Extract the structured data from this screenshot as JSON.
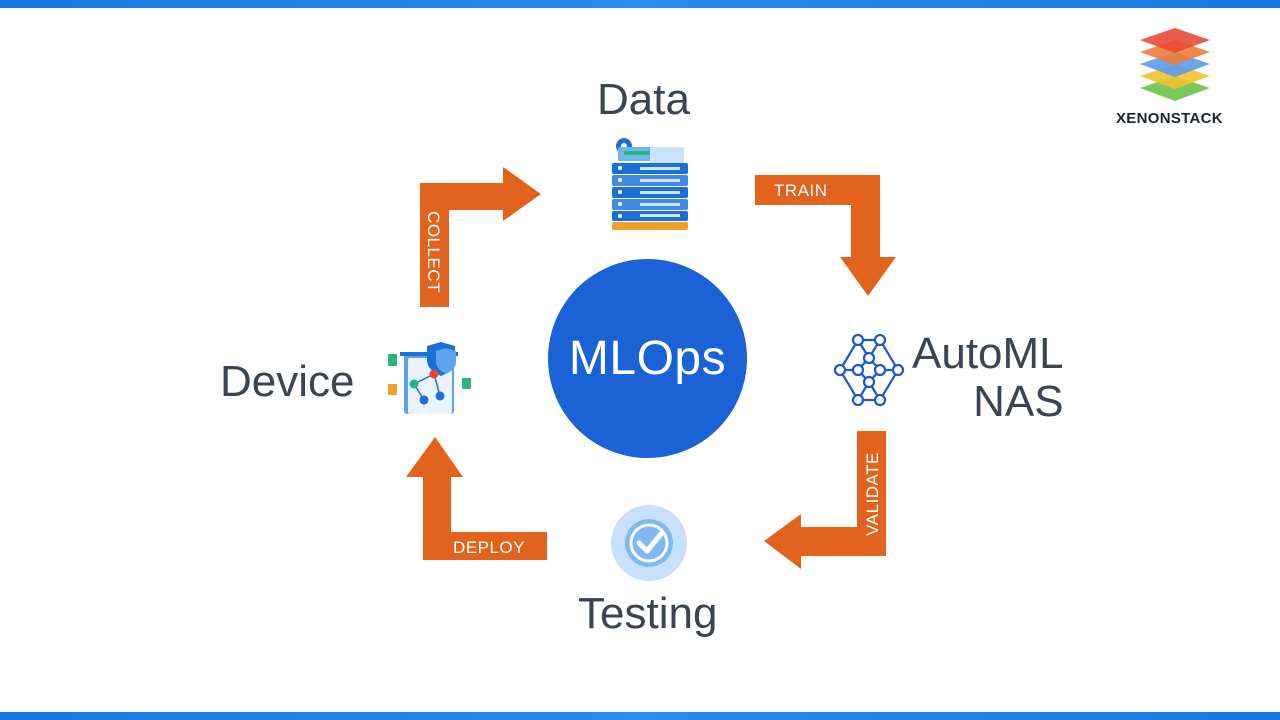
{
  "center": {
    "label": "MLOps"
  },
  "nodes": {
    "data": "Data",
    "automl_line1": "AutoML",
    "automl_line2": "NAS",
    "testing": "Testing",
    "device": "Device"
  },
  "arrows": {
    "collect": "COLLECT",
    "train": "TRAIN",
    "validate": "VALIDATE",
    "deploy": "DEPLOY"
  },
  "brand": {
    "name": "XENONSTACK"
  },
  "colors": {
    "accent_blue": "#1a62d6",
    "arrow_orange": "#e2631e",
    "text_dark": "#3a4452"
  },
  "icons": [
    "server-stack-icon",
    "neural-network-icon",
    "check-circle-icon",
    "device-dashboard-icon",
    "layers-logo-icon"
  ]
}
